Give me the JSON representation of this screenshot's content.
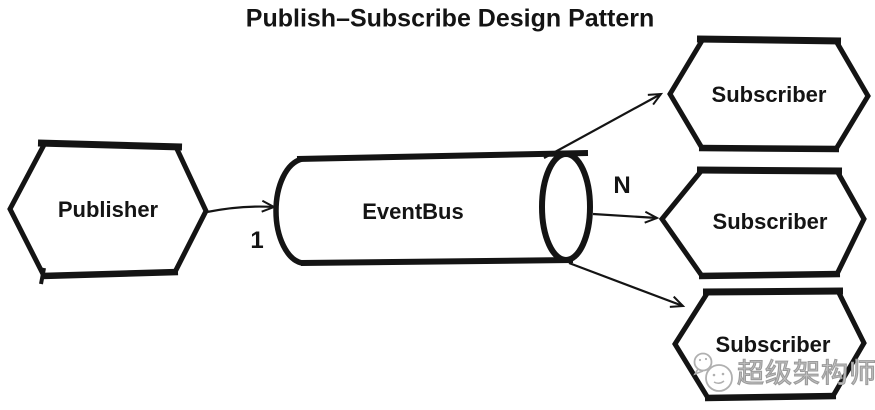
{
  "title": "Publish–Subscribe Design Pattern",
  "diagram": {
    "type": "hand-drawn-architecture-sketch",
    "nodes": [
      {
        "id": "publisher",
        "label": "Publisher",
        "shape": "hexagon"
      },
      {
        "id": "eventbus",
        "label": "EventBus",
        "shape": "cylinder"
      },
      {
        "id": "subscriber-1",
        "label": "Subscriber",
        "shape": "hexagon"
      },
      {
        "id": "subscriber-2",
        "label": "Subscriber",
        "shape": "hexagon"
      },
      {
        "id": "subscriber-3",
        "label": "Subscriber",
        "shape": "hexagon"
      }
    ],
    "edges": [
      {
        "from": "publisher",
        "to": "eventbus",
        "label": "1"
      },
      {
        "from": "eventbus",
        "to": "subscriber-1",
        "label": "N"
      },
      {
        "from": "eventbus",
        "to": "subscriber-2",
        "label": ""
      },
      {
        "from": "eventbus",
        "to": "subscriber-3",
        "label": ""
      }
    ],
    "multiplicity": {
      "publisher_side": "1",
      "subscriber_side": "N"
    }
  },
  "watermark": {
    "text": "超级架构师",
    "icon": "wechat-chat-logo-icon"
  },
  "colors": {
    "ink": "#141414",
    "watermark": "#a9a9a9",
    "background": "#ffffff"
  }
}
